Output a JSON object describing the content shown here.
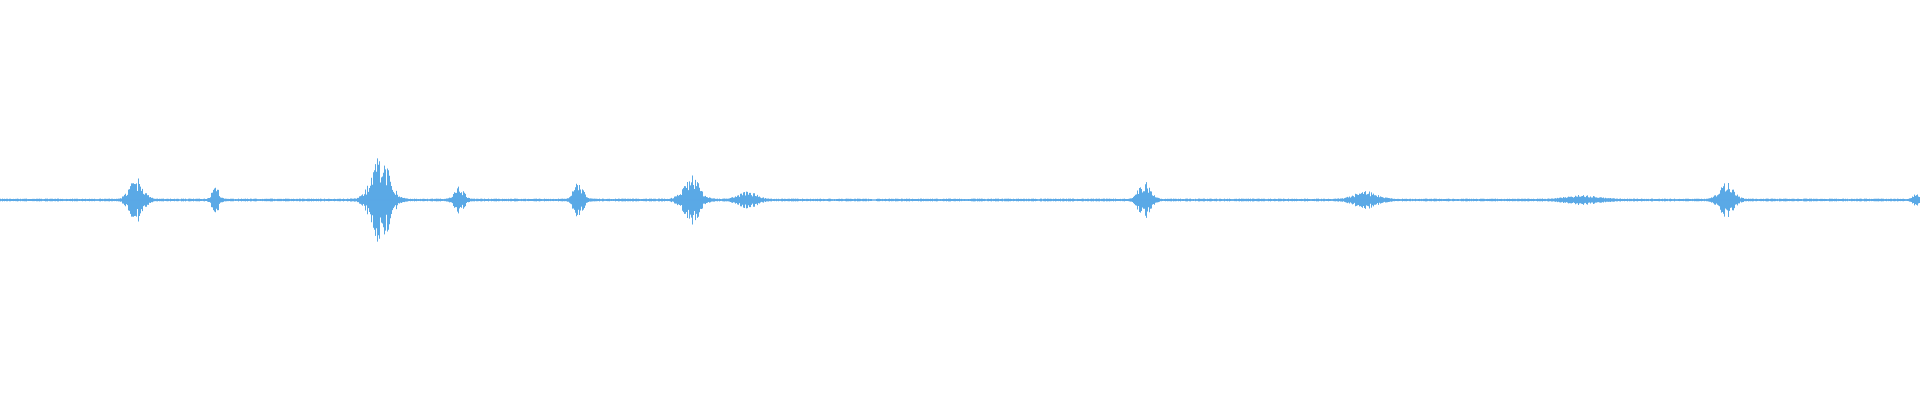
{
  "waveform": {
    "color": "#5aa9e6",
    "amplitude_full_scale": 1.0,
    "bursts": [
      {
        "t": 0.071,
        "amp": 0.11,
        "width": 0.006
      },
      {
        "t": 0.112,
        "amp": 0.07,
        "width": 0.003
      },
      {
        "t": 0.198,
        "amp": 0.22,
        "width": 0.008
      },
      {
        "t": 0.239,
        "amp": 0.07,
        "width": 0.004
      },
      {
        "t": 0.301,
        "amp": 0.09,
        "width": 0.004
      },
      {
        "t": 0.36,
        "amp": 0.12,
        "width": 0.007
      },
      {
        "t": 0.389,
        "amp": 0.04,
        "width": 0.008
      },
      {
        "t": 0.596,
        "amp": 0.1,
        "width": 0.005
      },
      {
        "t": 0.711,
        "amp": 0.04,
        "width": 0.01
      },
      {
        "t": 0.824,
        "amp": 0.02,
        "width": 0.014
      },
      {
        "t": 0.899,
        "amp": 0.09,
        "width": 0.006
      },
      {
        "t": 0.998,
        "amp": 0.03,
        "width": 0.003
      }
    ],
    "gap": {
      "t": 0.455
    }
  }
}
